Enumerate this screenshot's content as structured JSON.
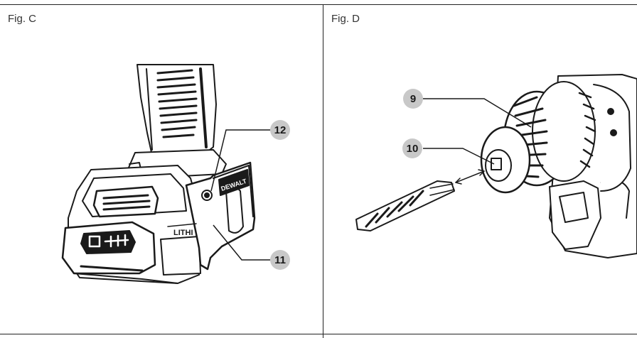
{
  "panels": [
    {
      "label": "Fig. C",
      "callouts": [
        "12",
        "11"
      ]
    },
    {
      "label": "Fig. D",
      "callouts": [
        "9",
        "10"
      ]
    }
  ],
  "battery_text": "LITHI",
  "clip_brand": "DEWALT",
  "colors": {
    "callout_fill": "#c8c8c8",
    "line": "#1a1a1a",
    "rule": "#222222"
  }
}
